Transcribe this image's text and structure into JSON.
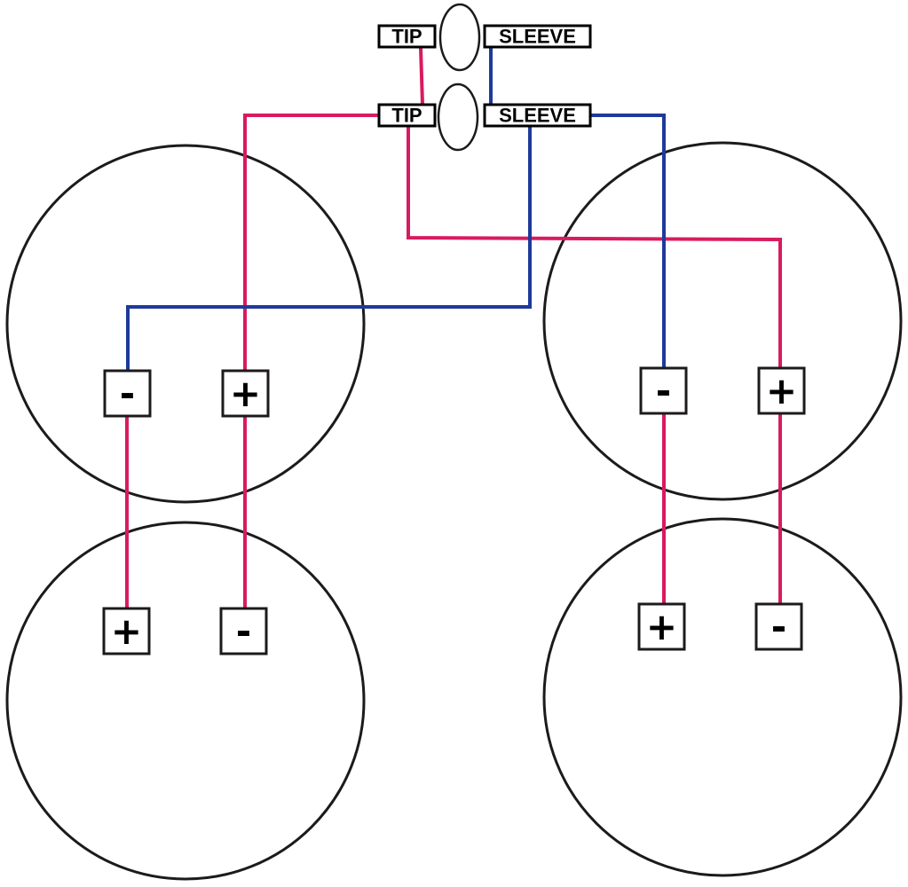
{
  "colors": {
    "positive_wire": "#d81b60",
    "negative_wire": "#1e3a9a",
    "outline": "#1c1a1a",
    "background": "#ffffff"
  },
  "jacks": [
    {
      "tip_label": "TIP",
      "sleeve_label": "SLEEVE"
    },
    {
      "tip_label": "TIP",
      "sleeve_label": "SLEEVE"
    }
  ],
  "terminals": {
    "top_left": {
      "minus": "-",
      "plus": "+"
    },
    "bottom_left": {
      "plus": "+",
      "minus": "-"
    },
    "top_right": {
      "minus": "-",
      "plus": "+"
    },
    "bottom_right": {
      "plus": "+",
      "minus": "-"
    }
  }
}
